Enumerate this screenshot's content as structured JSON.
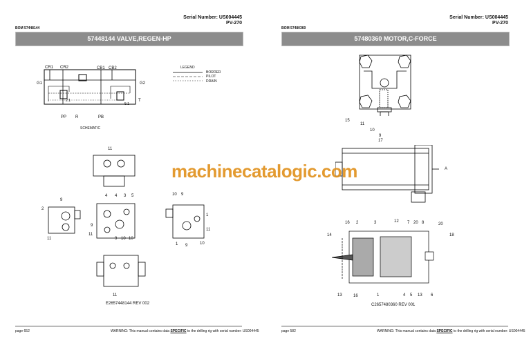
{
  "left": {
    "serial": "Serial Number: US004445",
    "model": "PV-270",
    "bom": "BOM 57448144",
    "title": "57448144 VALVE,REGEN-HP",
    "schematic": {
      "ports": [
        "CR1",
        "CR2",
        "CB1",
        "CB2",
        "G1",
        "G2",
        "T",
        "PP",
        "R",
        "PB"
      ],
      "ratios": [
        "2:1",
        "5:1"
      ],
      "caption": "SCHEMATIC"
    },
    "legend": {
      "title": "LEGEND",
      "items": [
        "BORDER",
        "PILOT",
        "DRAIN"
      ]
    },
    "callouts": [
      "11",
      "9",
      "2",
      "11",
      "4",
      "4",
      "3",
      "5",
      "9",
      "11",
      "9",
      "10",
      "10",
      "10",
      "9",
      "1",
      "11",
      "1",
      "9",
      "10",
      "11"
    ],
    "drawing_no": "E2657448144 REV 002",
    "page": "page 652",
    "warning": {
      "pre": "WARNING:  This manual contains data ",
      "em": "SPECIFIC",
      "post": " to the drilling rig with serial number: US004445"
    }
  },
  "right": {
    "serial": "Serial Number: US004445",
    "model": "PV-270",
    "bom": "BOM 57480360",
    "title": "57480360 MOTOR,C-FORCE",
    "callouts_top": [
      "15",
      "11",
      "10",
      "9",
      "17"
    ],
    "view_arrow": "A",
    "callouts_section": [
      "16",
      "2",
      "3",
      "12",
      "7",
      "20",
      "8",
      "20",
      "14",
      "18",
      "13",
      "16",
      "1",
      "4",
      "5",
      "13",
      "6"
    ],
    "drawing_no": "C2657480360 REV 001",
    "page": "page 582",
    "warning": {
      "pre": "WARNING:  This manual contains data ",
      "em": "SPECIFIC",
      "post": " to the drilling rig with serial number: US004445"
    }
  },
  "watermark": "machinecatalogic.com"
}
